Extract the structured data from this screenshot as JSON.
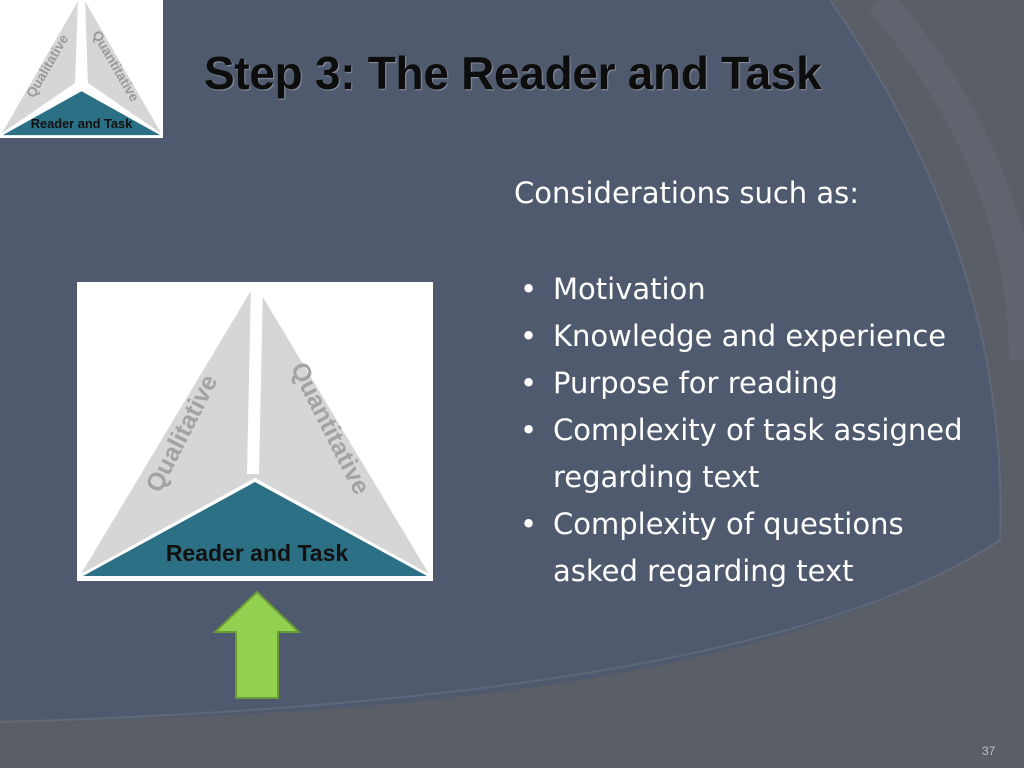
{
  "slide": {
    "title": "Step 3: The Reader and Task",
    "intro": "Considerations such as:",
    "bullets": [
      "Motivation",
      "Knowledge and experience",
      "Purpose for reading",
      "Complexity of task assigned regarding text",
      "Complexity of questions asked regarding text"
    ],
    "page_number": "37"
  },
  "triangle": {
    "left_label": "Qualitative",
    "right_label": "Quantitative",
    "bottom_label": "Reader and Task"
  },
  "colors": {
    "background": "#4f5a6e",
    "highlight_teal": "#2b7085",
    "triangle_gray": "#d6d6d6",
    "arrow_green": "#92d050"
  },
  "icons": {
    "arrow": "up-arrow-icon"
  }
}
